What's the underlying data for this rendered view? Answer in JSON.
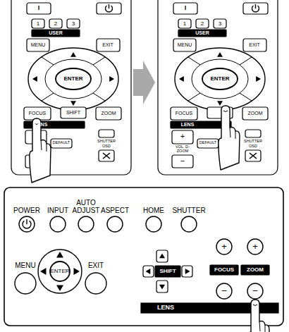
{
  "diagram": {
    "labels": [
      "I",
      "1",
      "2",
      "3",
      "USER",
      "MENU",
      "EXIT",
      "ENTER",
      "FOCUS",
      "SHIFT",
      "ZOOM",
      "LENS",
      "DEFAULT",
      "SHUTTER",
      "OSD",
      "I",
      "1",
      "2",
      "3",
      "USER",
      "MENU",
      "EXIT",
      "ENTER",
      "FOCUS",
      "ZOOM",
      "LENS",
      "+",
      "VOL. D-ZOOM",
      "−",
      "DEFAULT",
      "SHUTTER",
      "OSD",
      "POWER",
      "INPUT",
      "AUTO ADJUST",
      "ASPECT",
      "HOME",
      "SHUTTER",
      "MENU",
      "EXIT",
      "ENTER",
      "SHIFT",
      "+",
      "FOCUS",
      "−",
      "+",
      "ZOOM",
      "−",
      "LENS"
    ]
  }
}
